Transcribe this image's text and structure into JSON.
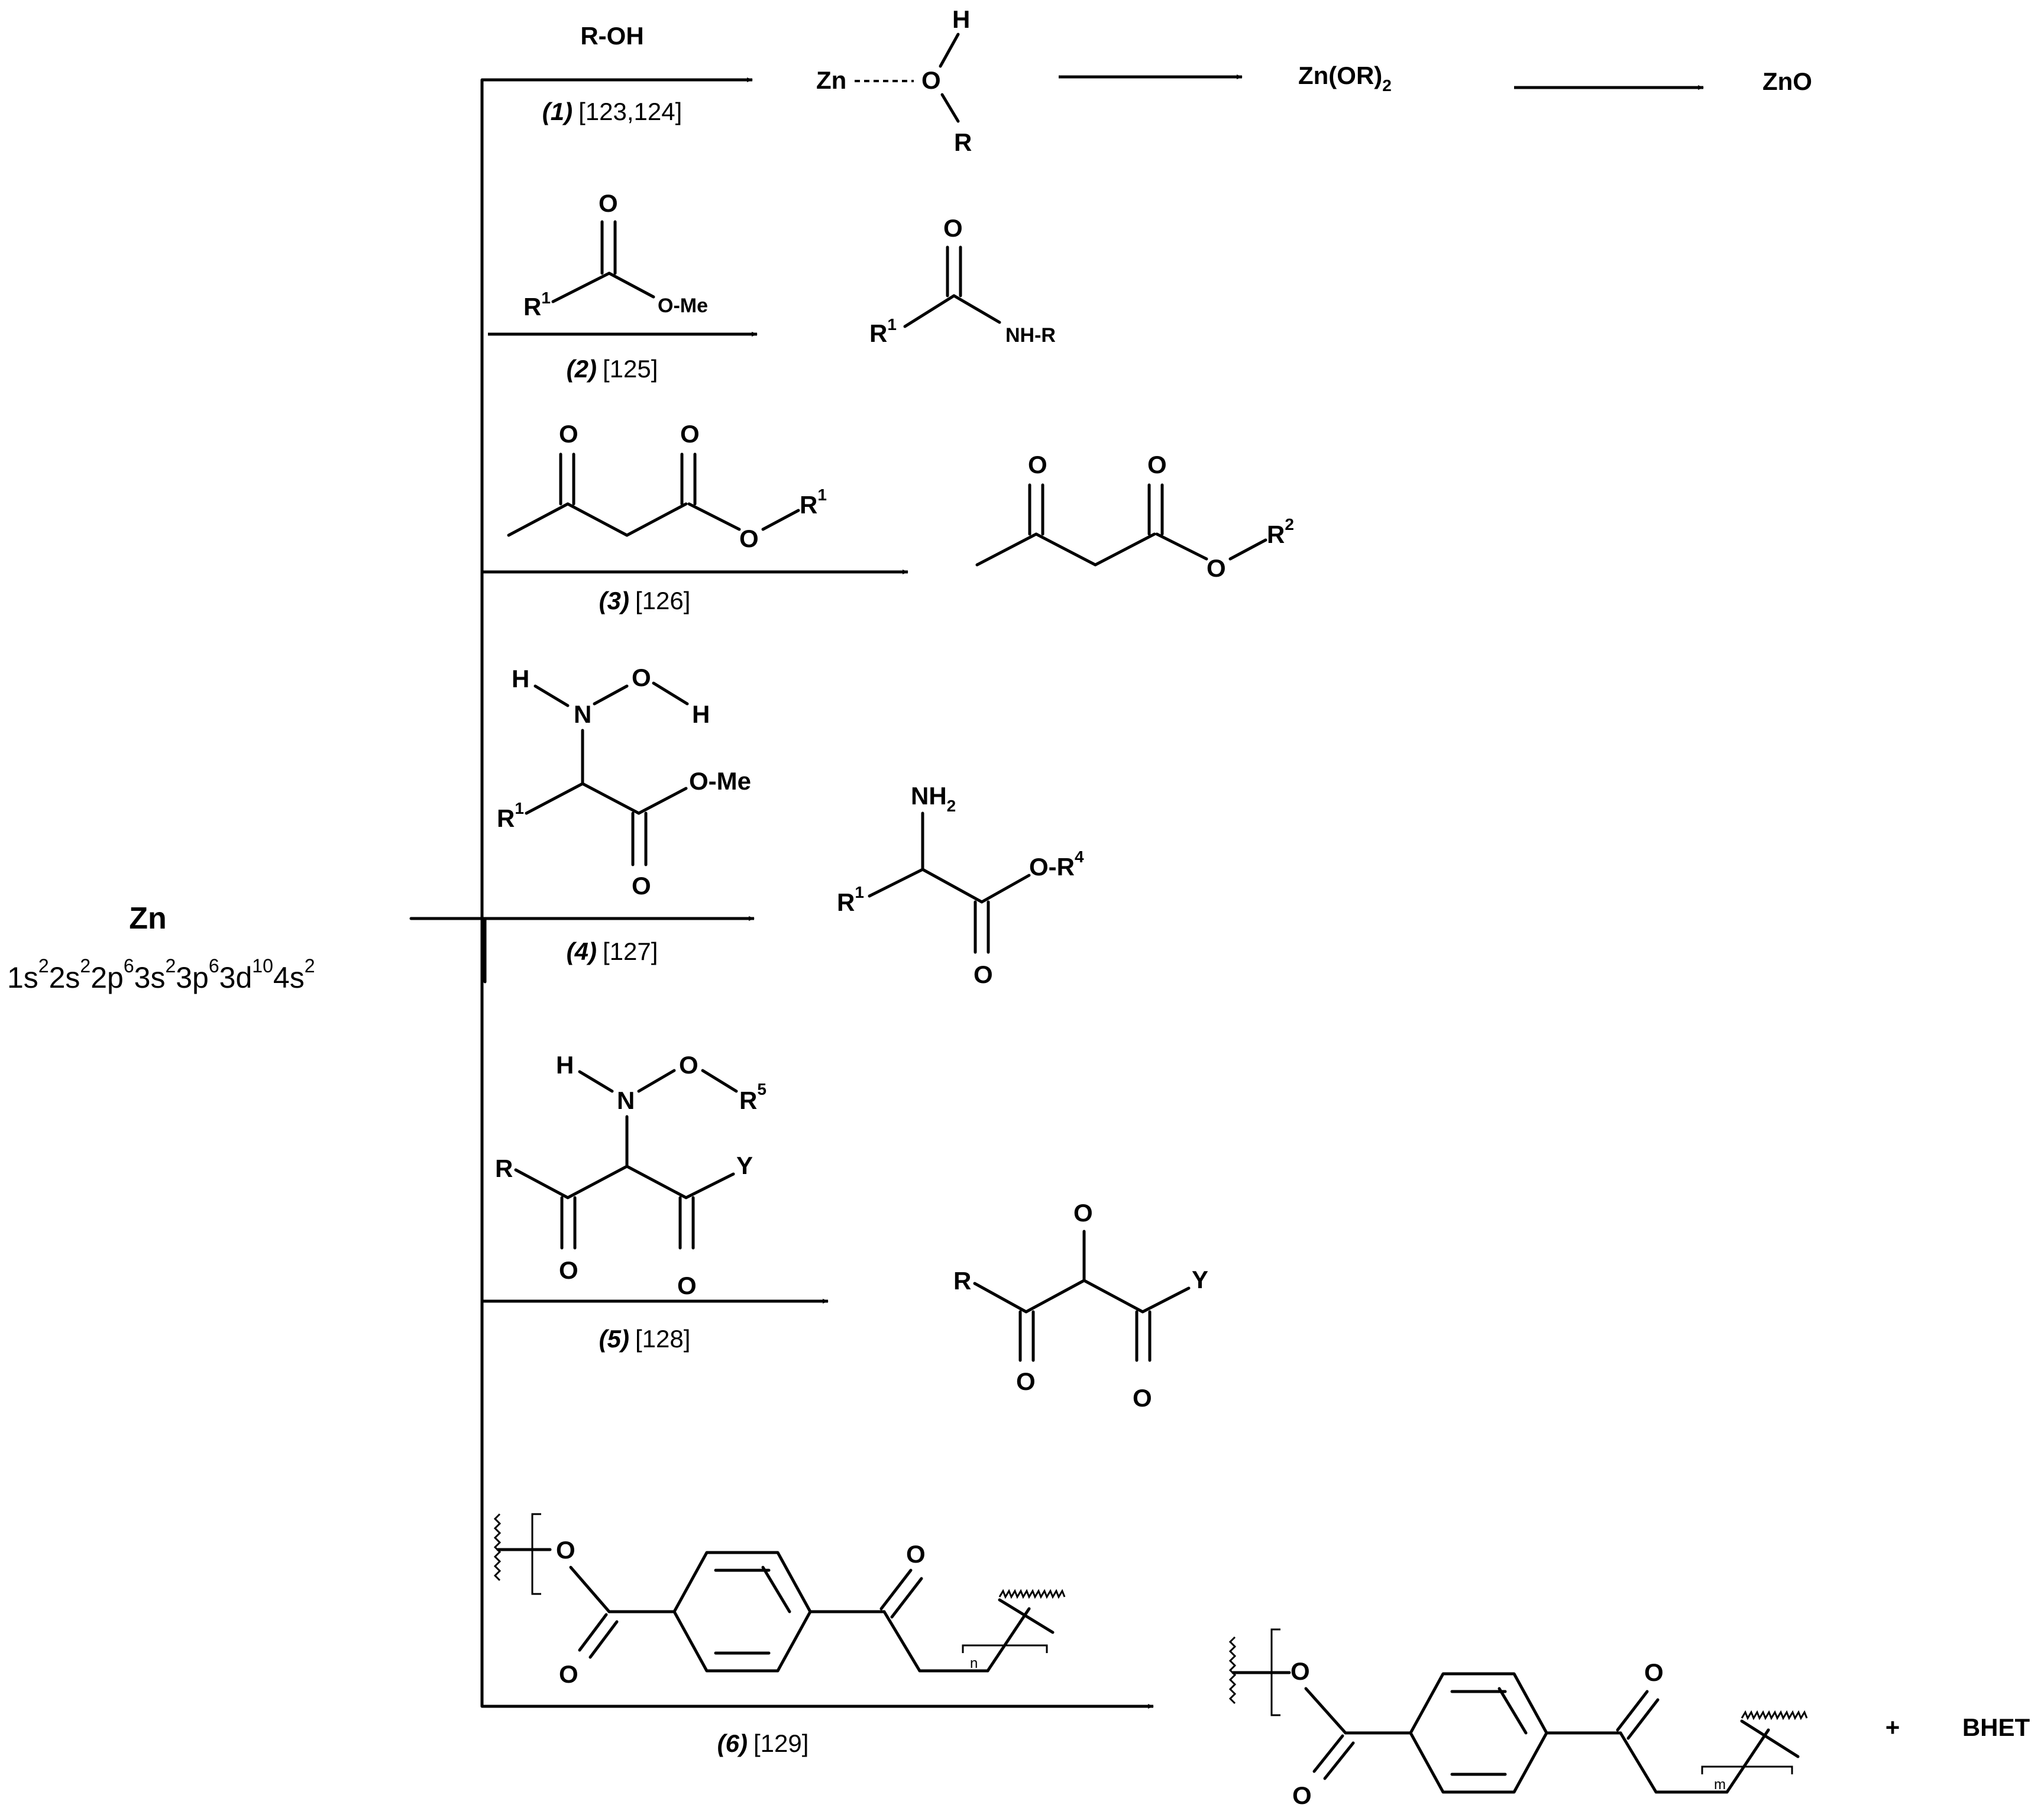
{
  "zinc": {
    "symbol": "Zn",
    "configuration": [
      {
        "base": "1s",
        "sup": "2"
      },
      {
        "base": "2s",
        "sup": "2"
      },
      {
        "base": "2p",
        "sup": "6"
      },
      {
        "base": "3s",
        "sup": "2"
      },
      {
        "base": "3p",
        "sup": "6"
      },
      {
        "base": "3d",
        "sup": "10"
      },
      {
        "base": "4s",
        "sup": "2"
      }
    ]
  },
  "reactions": [
    {
      "number": "(1)",
      "refs": "[123,124]",
      "reagent": "R-OH",
      "labels": {
        "zn": "Zn",
        "o": "O",
        "h": "H",
        "r": "R",
        "alkoxide": "Zn(OR)",
        "alkoxide_sub": "2",
        "oxide": "ZnO"
      }
    },
    {
      "number": "(2)",
      "refs": "[125]",
      "labels": {
        "o_top": "O",
        "r": "R",
        "r_sup": "1",
        "ome": "O-Me",
        "p_o": "O",
        "p_r": "R",
        "p_r_sup": "1",
        "nhr": "NH-R"
      }
    },
    {
      "number": "(3)",
      "refs": "[126]",
      "labels": {
        "o1": "O",
        "o2": "O",
        "o3": "O",
        "r": "R",
        "r_sup": "1",
        "p_o1": "O",
        "p_o2": "O",
        "p_o3": "O",
        "p_r": "R",
        "p_r_sup": "2"
      }
    },
    {
      "number": "(4)",
      "refs": "[127]",
      "labels": {
        "h1": "H",
        "n": "N",
        "o": "O",
        "h2": "H",
        "r": "R",
        "r_sup": "1",
        "ome": "O-Me",
        "o_bot": "O",
        "nh2": "NH",
        "nh2_sub": "2",
        "p_r": "R",
        "p_r_sup": "1",
        "or4": "O-R",
        "or4_sup": "4",
        "p_o_bot": "O"
      }
    },
    {
      "number": "(5)",
      "refs": "[128]",
      "labels": {
        "h": "H",
        "n": "N",
        "o": "O",
        "r5": "R",
        "r5_sup": "5",
        "r": "R",
        "y": "Y",
        "o1": "O",
        "o2": "O",
        "p_o_top": "O",
        "p_r": "R",
        "p_y": "Y",
        "p_o1": "O",
        "p_o2": "O"
      }
    },
    {
      "number": "(6)",
      "refs": "[129]",
      "labels": {
        "o_ester": "O",
        "o_carbonyl": "O",
        "o_ketone": "O",
        "n": "n",
        "p_o_ester": "O",
        "p_o_carbonyl": "O",
        "p_o_ketone": "O",
        "m": "m",
        "plus": "+",
        "bhet": "BHET"
      }
    }
  ]
}
